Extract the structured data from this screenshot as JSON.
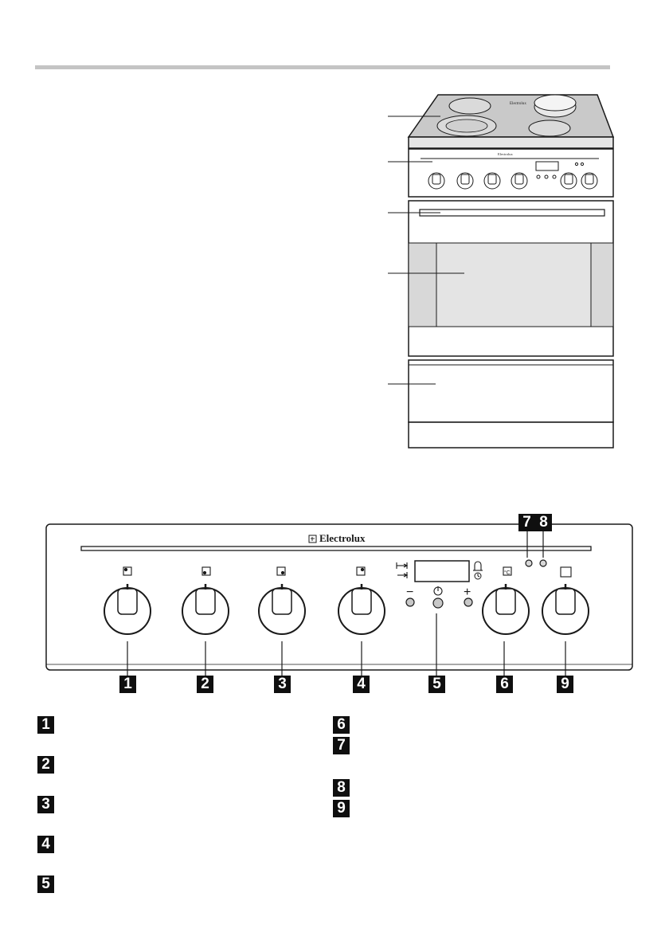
{
  "brand": {
    "name": "Electrolux",
    "cooker_mark": "Electrolux"
  },
  "control_panel_numbers": [
    "1",
    "2",
    "3",
    "4",
    "5",
    "6",
    "9"
  ],
  "indicator_numbers": [
    "7",
    "8"
  ],
  "timer_buttons": {
    "minus": "−",
    "plus": "+"
  },
  "legend_left": [
    "1",
    "2",
    "3",
    "4",
    "5"
  ],
  "legend_right": [
    "6",
    "7",
    "8",
    "9"
  ],
  "colors": {
    "badge": "#0f0f0f",
    "divider": "#c4c4c4",
    "window": "#d8d8d8",
    "line": "#1a1a1a"
  }
}
